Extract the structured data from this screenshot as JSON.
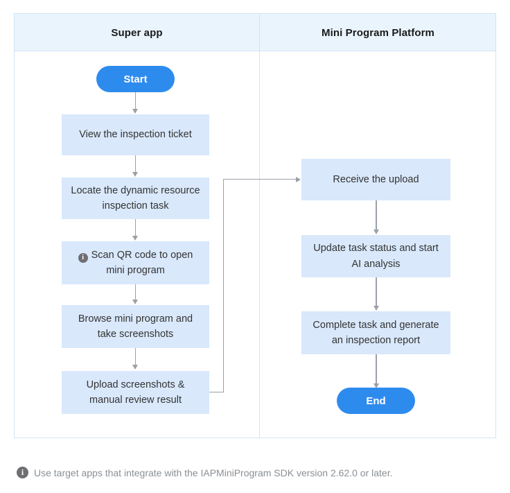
{
  "diagram": {
    "columns": [
      {
        "id": "super-app",
        "title": "Super app"
      },
      {
        "id": "mini-program-platform",
        "title": "Mini Program Platform"
      }
    ],
    "left_column": {
      "start": {
        "label": "Start"
      },
      "steps": [
        {
          "id": "view-ticket",
          "text": "View the inspection ticket",
          "has_info_icon": false
        },
        {
          "id": "locate-task",
          "text": "Locate the dynamic resource inspection task",
          "has_info_icon": false
        },
        {
          "id": "scan-qr",
          "text": "Scan QR code to open mini program",
          "has_info_icon": true,
          "info_icon": "info-circle-icon"
        },
        {
          "id": "browse-screenshot",
          "text": "Browse mini program and take screenshots",
          "has_info_icon": false
        },
        {
          "id": "upload-result",
          "text": "Upload screenshots & manual review result",
          "has_info_icon": false
        }
      ]
    },
    "right_column": {
      "steps": [
        {
          "id": "receive-upload",
          "text": "Receive the upload"
        },
        {
          "id": "update-status",
          "text": "Update task status and start AI analysis"
        },
        {
          "id": "complete-task",
          "text": "Complete task and generate an inspection report"
        }
      ],
      "end": {
        "label": "End"
      }
    }
  },
  "footnote": {
    "icon": "info-circle-icon",
    "text": "Use target apps that integrate with the IAPMiniProgram SDK version 2.62.0 or later."
  },
  "colors": {
    "terminator_fill": "#2e8bee",
    "node_fill": "#d9e8fb",
    "header_fill": "#eaf4fc",
    "border": "#cfe4f6",
    "connector": "#9aa0a6",
    "info_icon": "#6e6e73",
    "footnote_text": "#8a8f94"
  }
}
